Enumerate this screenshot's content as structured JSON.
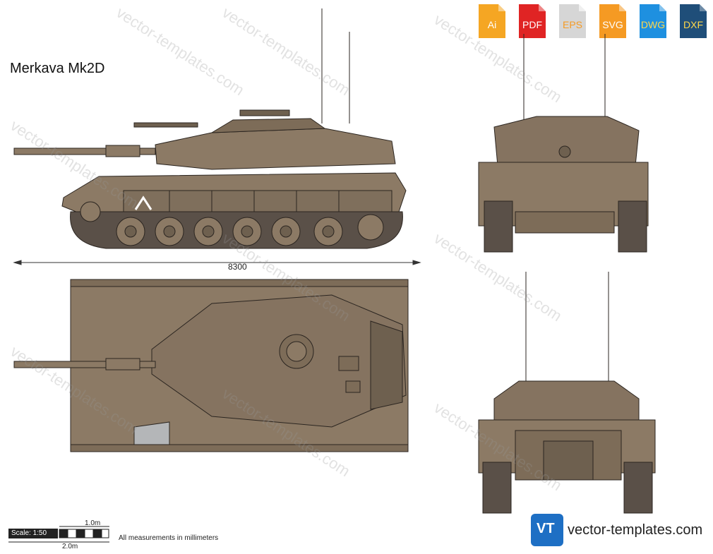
{
  "title": "Merkava Mk2D",
  "formats": [
    {
      "label": "Ai",
      "color": "#f5a623"
    },
    {
      "label": "PDF",
      "color": "#e02424"
    },
    {
      "label": "EPS",
      "color": "#d9d9d9"
    },
    {
      "label": "SVG",
      "color": "#f59a23"
    },
    {
      "label": "DWG",
      "color": "#1e90e0"
    },
    {
      "label": "DXF",
      "color": "#1f4e79"
    }
  ],
  "dimension": "8300",
  "scale": {
    "label": "Scale: 1:50",
    "one_m": "1.0m",
    "two_m": "2.0m",
    "note": "All measurements in millimeters"
  },
  "brand": {
    "logo": "VT",
    "text": "vector-templates.com"
  },
  "watermark": "vector-templates.com",
  "colors": {
    "armor": "#8c7a65",
    "armor_dark": "#6e604f",
    "track": "#5a5048",
    "line": "#2b2520"
  }
}
